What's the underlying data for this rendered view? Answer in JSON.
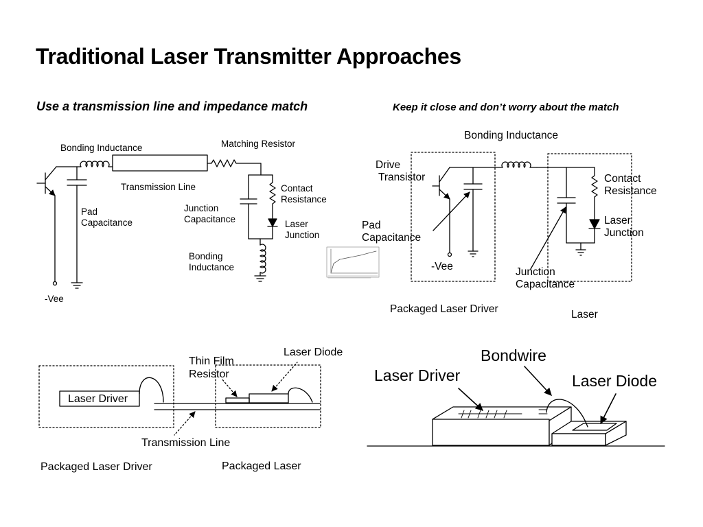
{
  "title": "Traditional Laser Transmitter Approaches",
  "left": {
    "subtitle": "Use a transmission line and impedance match",
    "labels": {
      "bonding_inductance_top": "Bonding Inductance",
      "matching_resistor": "Matching Resistor",
      "transmission_line": "Transmission Line",
      "pad_capacitance": [
        "Pad",
        "Capacitance"
      ],
      "junction_capacitance": [
        "Junction",
        "Capacitance"
      ],
      "contact_resistance": [
        "Contact",
        "Resistance"
      ],
      "laser_junction": [
        "Laser",
        "Junction"
      ],
      "bonding_inductance_bottom": [
        "Bonding",
        "Inductance"
      ],
      "vee": "-Vee"
    }
  },
  "right": {
    "subtitle": "Keep it close and don’t worry about the match",
    "labels": {
      "bonding_inductance": "Bonding Inductance",
      "drive_transistor": [
        "Drive",
        "Transistor"
      ],
      "pad_capacitance": [
        "Pad",
        "Capacitance"
      ],
      "vee": "-Vee",
      "contact_resistance": [
        "Contact",
        "Resistance"
      ],
      "laser_junction": [
        "Laser",
        "Junction"
      ],
      "junction_capacitance": [
        "Junction",
        "Capacitance"
      ],
      "packaged_laser_driver": "Packaged Laser Driver",
      "laser": "Laser"
    }
  },
  "bottom_left": {
    "laser_driver": "Laser Driver",
    "thin_film_resistor": [
      "Thin Film",
      "Resistor"
    ],
    "laser_diode": "Laser Diode",
    "transmission_line": "Transmission Line",
    "packaged_laser_driver": "Packaged Laser Driver",
    "packaged_laser": "Packaged Laser"
  },
  "bottom_right": {
    "bondwire": "Bondwire",
    "laser_driver": "Laser Driver",
    "laser_diode": "Laser Diode"
  }
}
